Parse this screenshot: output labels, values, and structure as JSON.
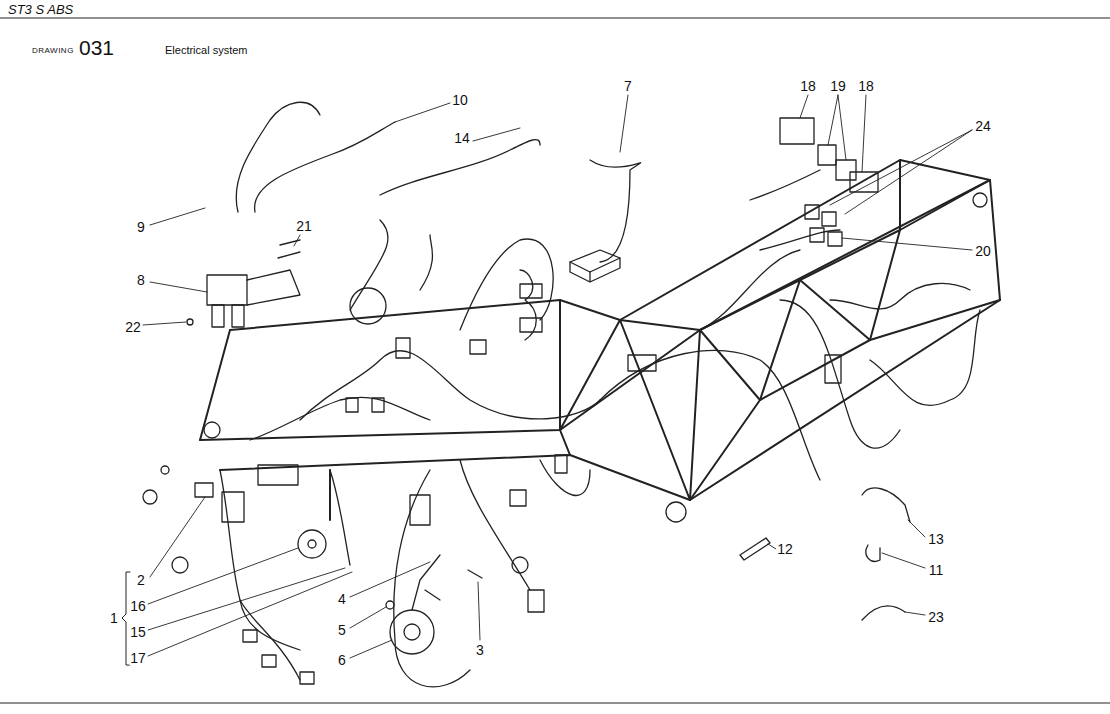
{
  "diagram": {
    "title": "Electrical system",
    "labels": [
      "ST3 S ABS",
      "DRAWING",
      "031",
      "10",
      "7",
      "18",
      "19",
      "18",
      "24",
      "14",
      "9",
      "21",
      "8",
      "22",
      "20",
      "12",
      "13",
      "11",
      "23",
      "2",
      "16",
      "1",
      "15",
      "17",
      "4",
      "5",
      "6",
      "3"
    ]
  }
}
